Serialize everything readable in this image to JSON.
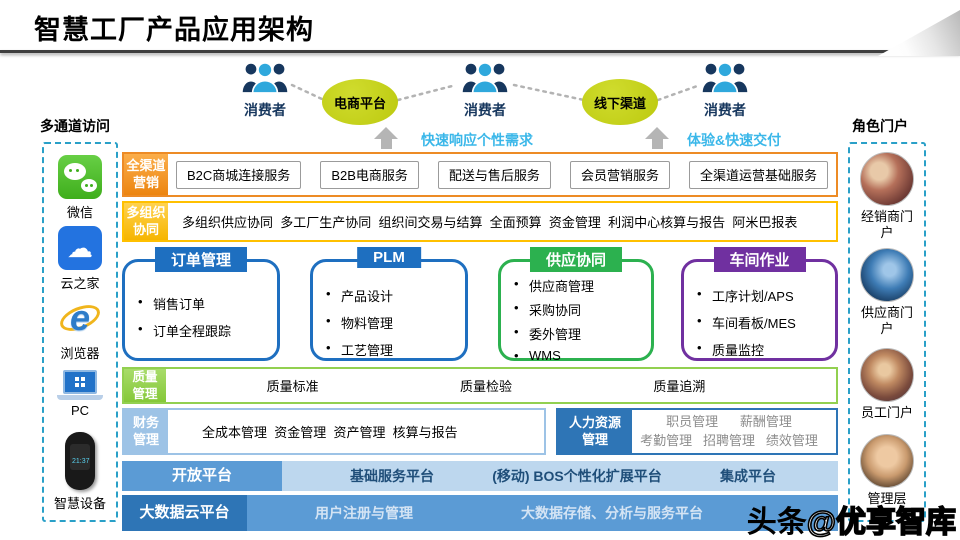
{
  "title": "智慧工厂产品应用架构",
  "watermark": {
    "prefix": "头条",
    "suffix": "@优享智库"
  },
  "colors": {
    "orange": "#ed8b25",
    "gold": "#ffc000",
    "module_blue": "#1e6fc0",
    "module_green": "#2cb14f",
    "module_purple": "#7030a0",
    "quality_green": "#92d050",
    "finance_blue": "#9dc3e6",
    "hr_blue": "#2e75b6",
    "open_bg": "#bdd7ee",
    "open_label": "#5b9bd5",
    "cloud_bg": "#5b9bd5",
    "cloud_label": "#2e75b6",
    "oval_green": "#c3cf1a",
    "note_cyan": "#3ab7e9",
    "dashed_border": "#2aa0c8",
    "people_navy": "#17375e",
    "people_blue": "#2fa8dc"
  },
  "top_flow": {
    "consumers": [
      "消费者",
      "消费者",
      "消费者"
    ],
    "channels": [
      "电商平台",
      "线下渠道"
    ],
    "annotations": [
      "快速响应个性需求",
      "体验&快速交付"
    ]
  },
  "left_panel": {
    "title": "多通道访问",
    "items": [
      {
        "label": "微信",
        "icon": "wechat-icon"
      },
      {
        "label": "云之家",
        "icon": "cloud-home-icon"
      },
      {
        "label": "浏览器",
        "icon": "ie-browser-icon"
      },
      {
        "label": "PC",
        "icon": "pc-laptop-icon"
      },
      {
        "label": "智慧设备",
        "icon": "smart-device-icon"
      }
    ],
    "cloud_glyph": "☁",
    "ie_glyph": "e",
    "watch_time": "21:37"
  },
  "right_panel": {
    "title": "角色门户",
    "items": [
      "经销商门户",
      "供应商门户",
      "员工门户",
      "管理层"
    ]
  },
  "rows": {
    "omni": {
      "label": [
        "全渠道",
        "营销"
      ],
      "buttons": [
        "B2C商城连接服务",
        "B2B电商服务",
        "配送与售后服务",
        "会员营销服务",
        "全渠道运营基础服务"
      ]
    },
    "multiorg": {
      "label": [
        "多组织",
        "协同"
      ],
      "content": "多组织供应协同  多工厂生产协同  组织间交易与结算  全面预算  资金管理  利润中心核算与报告  阿米巴报表"
    },
    "modules": [
      {
        "title": "订单管理",
        "color": "#1e6fc0",
        "items": [
          "销售订单",
          "订单全程跟踪"
        ]
      },
      {
        "title": "PLM",
        "color": "#1e6fc0",
        "items": [
          "产品设计",
          "物料管理",
          "工艺管理"
        ]
      },
      {
        "title": "供应协同",
        "color": "#2cb14f",
        "items": [
          "供应商管理",
          "采购协同",
          "委外管理",
          "WMS"
        ]
      },
      {
        "title": "车间作业",
        "color": "#7030a0",
        "items": [
          "工序计划/APS",
          "车间看板/MES",
          "质量监控"
        ]
      }
    ],
    "quality": {
      "label": [
        "质量",
        "管理"
      ],
      "items": [
        "质量标准",
        "质量检验",
        "质量追溯"
      ]
    },
    "finance": {
      "label": [
        "财务",
        "管理"
      ],
      "content": "全成本管理  资金管理  资产管理  核算与报告"
    },
    "hr": {
      "label": [
        "人力资源",
        "管理"
      ],
      "line1": "职员管理      薪酬管理",
      "line2": "考勤管理   招聘管理   绩效管理"
    },
    "open": {
      "label": "开放平台",
      "items": [
        "基础服务平台",
        "(移动)  BOS个性化扩展平台",
        "集成平台"
      ]
    },
    "cloud": {
      "label": "大数据云平台",
      "items": [
        "用户注册与管理",
        "大数据存储、分析与服务平台"
      ]
    }
  }
}
